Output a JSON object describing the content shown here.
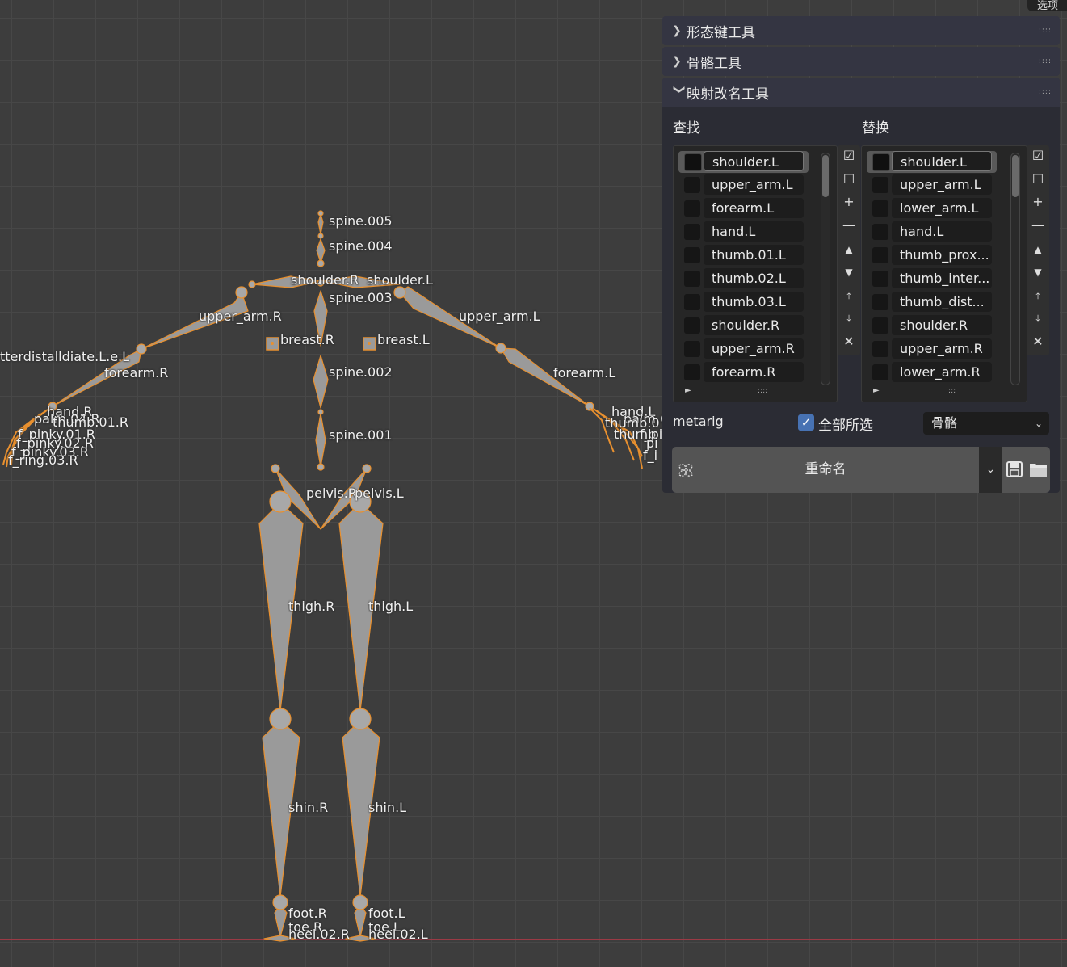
{
  "corner_tab": "选项",
  "bone_labels": [
    "spine.005",
    "spine.004",
    "shoulder.R",
    "shoulder.L",
    "spine.003",
    "upper_arm.R",
    "upper_arm.L",
    "breast.R",
    "breast.L",
    "spine.002",
    "forearm.R",
    "forearm.L",
    "spine.001",
    "pelvis.R",
    "pelvis.L",
    "thigh.R",
    "thigh.L",
    "shin.R",
    "shin.L",
    "foot.R",
    "foot.L",
    "toe.R",
    "toe.L",
    "heel.02.R",
    "heel.02.L",
    "hand.R",
    "hand.L",
    "palm.04.R",
    "thumb.01.R",
    "f_pinky.01.R",
    "f_pinky.02.R",
    "f_pinky.03.R",
    "f_ring.03.R",
    "palm.0",
    "thumb.0",
    "thumb",
    "f_pi",
    "pi",
    "f_i",
    "tterdistalldiate.L.e.L"
  ],
  "sidebar": {
    "panels": [
      {
        "label": "形态键工具",
        "expanded": false
      },
      {
        "label": "骨骼工具",
        "expanded": false
      },
      {
        "label": "映射改名工具",
        "expanded": true
      }
    ],
    "find_title": "查找",
    "replace_title": "替换",
    "find_items": [
      "shoulder.L",
      "upper_arm.L",
      "forearm.L",
      "hand.L",
      "thumb.01.L",
      "thumb.02.L",
      "thumb.03.L",
      "shoulder.R",
      "upper_arm.R",
      "forearm.R"
    ],
    "replace_items": [
      "shoulder.L",
      "upper_arm.L",
      "lower_arm.L",
      "hand.L",
      "thumb_prox...",
      "thumb_inter...",
      "thumb_dist...",
      "shoulder.R",
      "upper_arm.R",
      "lower_arm.R"
    ],
    "rig_name": "metarig",
    "select_all_label": "全部所选",
    "select_all_checked": true,
    "type_select_value": "骨骼",
    "rename_label": "重命名"
  },
  "colors": {
    "bone_fill": "#9a9a9a",
    "bone_outline": "#e8902f",
    "ground_line": "#9b3a45",
    "checkbox_accent": "#4772b3"
  }
}
